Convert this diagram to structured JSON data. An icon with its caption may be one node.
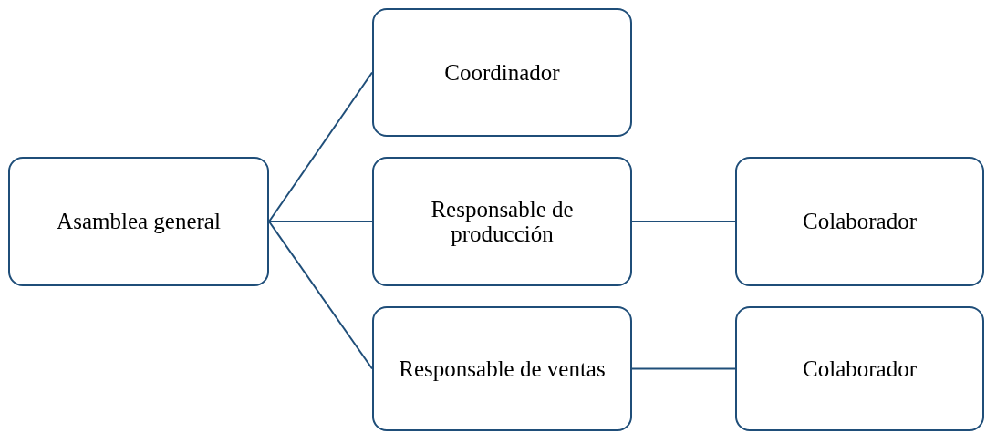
{
  "diagram": {
    "nodes": [
      {
        "text": [
          "Asamblea general"
        ]
      },
      {
        "text": [
          "Coordinador"
        ]
      },
      {
        "text": [
          "Responsable de producción"
        ]
      },
      {
        "text": [
          "Responsable de ventas"
        ]
      },
      {
        "text": [
          "Colaborador"
        ]
      },
      {
        "text": [
          "Colaborador"
        ]
      }
    ],
    "edges": [
      {
        "from": 0,
        "to": 1,
        "arrow": "none"
      },
      {
        "from": 0,
        "to": 2,
        "arrow": "none"
      },
      {
        "from": 0,
        "to": 3,
        "arrow": "none"
      },
      {
        "from": 2,
        "to": 4,
        "arrow": "none"
      },
      {
        "from": 3,
        "to": 5,
        "arrow": "none"
      }
    ]
  }
}
